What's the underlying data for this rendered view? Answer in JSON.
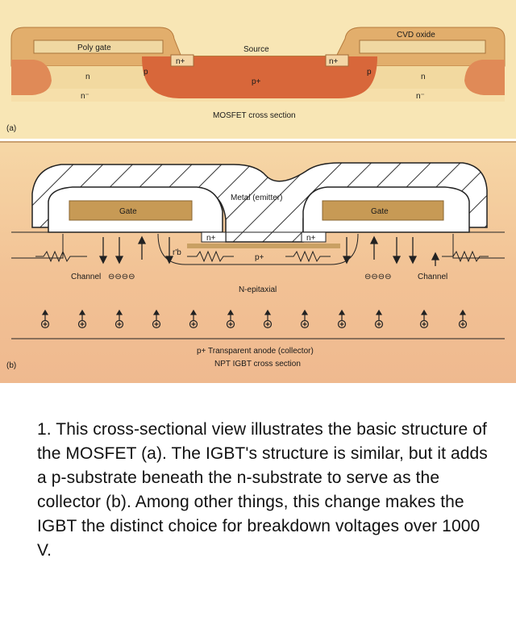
{
  "figure_a": {
    "poly_gate": "Poly gate",
    "cvd_oxide": "CVD oxide",
    "source": "Source",
    "n_plus_left": "n+",
    "n_plus_right": "n+",
    "p_left": "p",
    "p_right": "p",
    "n_left": "n",
    "n_right": "n",
    "p_plus": "p+",
    "n_minus_left": "n⁻",
    "n_minus_right": "n⁻",
    "subtitle": "MOSFET cross section",
    "panel_label": "(a)"
  },
  "figure_b": {
    "metal": "Metal (emitter)",
    "gate_left": "Gate",
    "gate_right": "Gate",
    "n_plus_left": "n+",
    "n_plus_right": "n+",
    "r_b": "r'b",
    "p_plus": "p+",
    "channel_left": "Channel",
    "channel_right": "Channel",
    "holes": "⊖⊖⊖⊖",
    "n_epitaxial": "N-epitaxial",
    "anode": "p+ Transparent anode (collector)",
    "subtitle": "NPT IGBT cross section",
    "panel_label": "(b)"
  },
  "caption": "1. This cross-sectional view illustrates the basic structure of the MOSFET (a). The IGBT's structure is similar, but it adds a p-substrate beneath the n-substrate to serve as the collector (b). Among other things, this change makes the IGBT the distinct choice for breakdown voltages over 1000 V."
}
